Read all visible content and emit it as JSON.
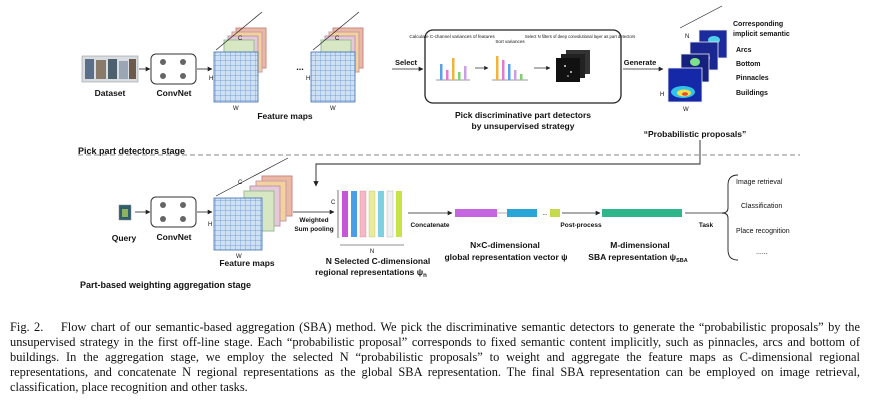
{
  "figure": {
    "top": {
      "dataset": "Dataset",
      "convnet": "ConvNet",
      "c_label": "C",
      "h_label": "H",
      "w_label": "W",
      "dots": "...",
      "feature_maps": "Feature maps",
      "select": "Select",
      "pick_step1": "Calculate C-channel variances of features",
      "pick_step2": "Sort variances",
      "pick_step3": "Select N filters of deep convolutional layer as part detectors",
      "pick_title_line1": "Pick discriminative part detectors",
      "pick_title_line2": "by unsupervised strategy",
      "generate": "Generate",
      "n_label": "N",
      "semantic_line1": "Corresponding",
      "semantic_line2": "implicit semantic",
      "semantic_items": [
        "Arcs",
        "Bottom",
        "Pinnacles",
        "Buildings"
      ],
      "proposals": "“Probabilistic proposals”",
      "stage": "Pick part detectors stage"
    },
    "bottom": {
      "query": "Query",
      "convnet": "ConvNet",
      "feature_maps": "Feature maps",
      "weighted_line1": "Weighted",
      "weighted_line2": "Sum pooling",
      "regional_line1": "N Selected C-dimensional",
      "regional_line2": "regional representations ψ",
      "regional_sub": "n",
      "concatenate": "Concatenate",
      "global_line1": "N×C-dimensional",
      "global_line2": "global representation vector ψ",
      "post_process": "Post-process",
      "sba_line1": "M-dimensional",
      "sba_line2": "SBA representation ψ",
      "sba_sub": "SBA",
      "task": "Task",
      "tasks": [
        "Image retrieval",
        "Classification",
        "Place recognition",
        "......"
      ],
      "stage": "Part-based weighting aggregation stage"
    }
  },
  "caption": {
    "label": "Fig. 2.",
    "text": "Flow chart of our semantic-based aggregation (SBA) method. We pick the discriminative semantic detectors to generate the “probabilistic proposals” by the unsupervised strategy in the first off-line stage. Each “probabilistic proposal” corresponds to fixed semantic content implicitly, such as pinnacles, arcs and bottom of buildings. In the aggregation stage, we employ the selected N “probabilistic proposals” to weight and aggregate the feature maps as C-dimensional regional representations, and concatenate N regional representations as the global SBA representation. The final SBA representation can be employed on image retrieval, classification, place recognition and other tasks."
  }
}
